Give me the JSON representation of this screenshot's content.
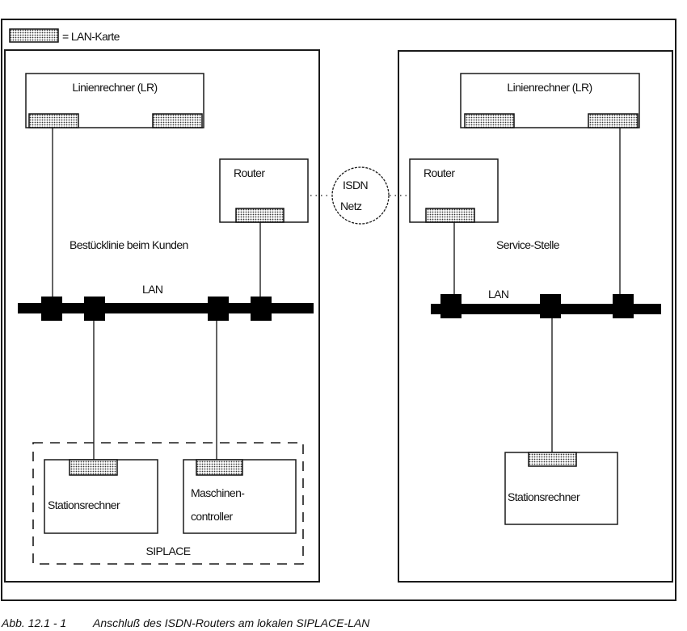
{
  "legend": {
    "text": "= LAN-Karte",
    "symbol": "lan-card"
  },
  "left_site": {
    "title": "Bestücklinie beim Kunden",
    "line_computer": {
      "label": "Linienrechner (LR)",
      "lan_cards": 2
    },
    "router": {
      "label": "Router",
      "lan_cards": 1
    },
    "lan": {
      "label": "LAN",
      "connectors": 4
    },
    "siplace_group": {
      "label": "SIPLACE",
      "station_computer": {
        "label": "Stationsrechner"
      },
      "machine_controller": {
        "label_line1": "Maschinen-",
        "label_line2": "controller"
      }
    }
  },
  "isdn": {
    "label_line1": "ISDN",
    "label_line2": "Netz"
  },
  "right_site": {
    "title": "Service-Stelle",
    "line_computer": {
      "label": "Linienrechner (LR)",
      "lan_cards": 2
    },
    "router": {
      "label": "Router",
      "lan_cards": 1
    },
    "lan": {
      "label": "LAN",
      "connectors": 3
    },
    "station_computer": {
      "label": "Stationsrechner"
    }
  },
  "caption": {
    "number": "Abb. 12.1 - 1",
    "text": "Anschluß des ISDN-Routers am lokalen SIPLACE-LAN"
  }
}
